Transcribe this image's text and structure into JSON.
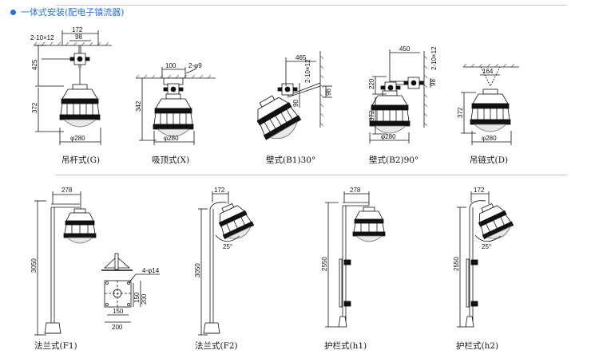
{
  "header": {
    "title": "一体式安装(配电子镇流器)"
  },
  "captions": {
    "g": "吊杆式(G)",
    "x": "吸顶式(X)",
    "b1": "壁式(B1)30°",
    "b2": "壁式(B2)90°",
    "d": "吊链式(D)",
    "f1": "法兰式(F1)",
    "f2": "法兰式(F2)",
    "h1": "护栏式(h1)",
    "h2": "护栏式(h2)"
  },
  "dims": {
    "g_top": "172",
    "g_holes": "2-10×12",
    "g_98": "98",
    "g_425": "425",
    "g_372": "372",
    "g_280": "φ280",
    "x_100": "100",
    "x_holes": "2-φ9",
    "x_342": "342",
    "x_280": "φ280",
    "b1_465": "465",
    "b1_holes": "2-10×12",
    "b1_90": "90",
    "b1_98": "98",
    "b2_450": "450",
    "b2_holes": "2-10×12",
    "b2_220": "220",
    "b2_372": "372",
    "b2_98": "98",
    "b2_280": "φ280",
    "d_164": "164",
    "d_372": "372",
    "d_280": "φ280",
    "f1_278": "278",
    "f1_3050": "3050",
    "f1_holes": "4-φ14",
    "f1_150v": "150",
    "f1_200v": "200",
    "f1_150h": "150",
    "f1_200h": "200",
    "f2_172": "172",
    "f2_3050": "3050",
    "f2_angle": "25°",
    "h1_278": "278",
    "h1_2550": "2550",
    "h2_172": "172",
    "h2_2550": "2550",
    "h2_angle": "25°"
  }
}
